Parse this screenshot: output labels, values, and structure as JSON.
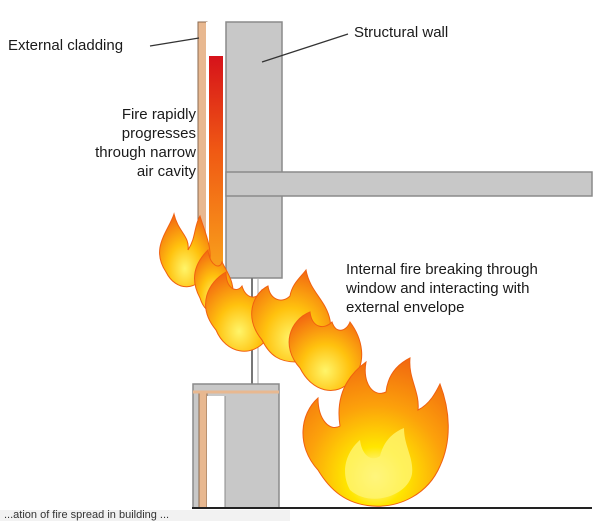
{
  "labels": {
    "external_cladding": "External cladding",
    "structural_wall": "Structural wall",
    "fire_cavity": "Fire rapidly\nprogresses\nthrough narrow\nair cavity",
    "internal_fire": "Internal fire breaking through\nwindow and interacting with\nexternal envelope"
  },
  "caption": "...ation of fire spread in building ... ",
  "colors": {
    "wall": "#c8c8c8",
    "wall_edge": "#8a8a8a",
    "cladding": "#e3b48c",
    "fire_red": "#d41f14",
    "fire_orange": "#f7941d",
    "fire_yellow": "#ffd700"
  }
}
